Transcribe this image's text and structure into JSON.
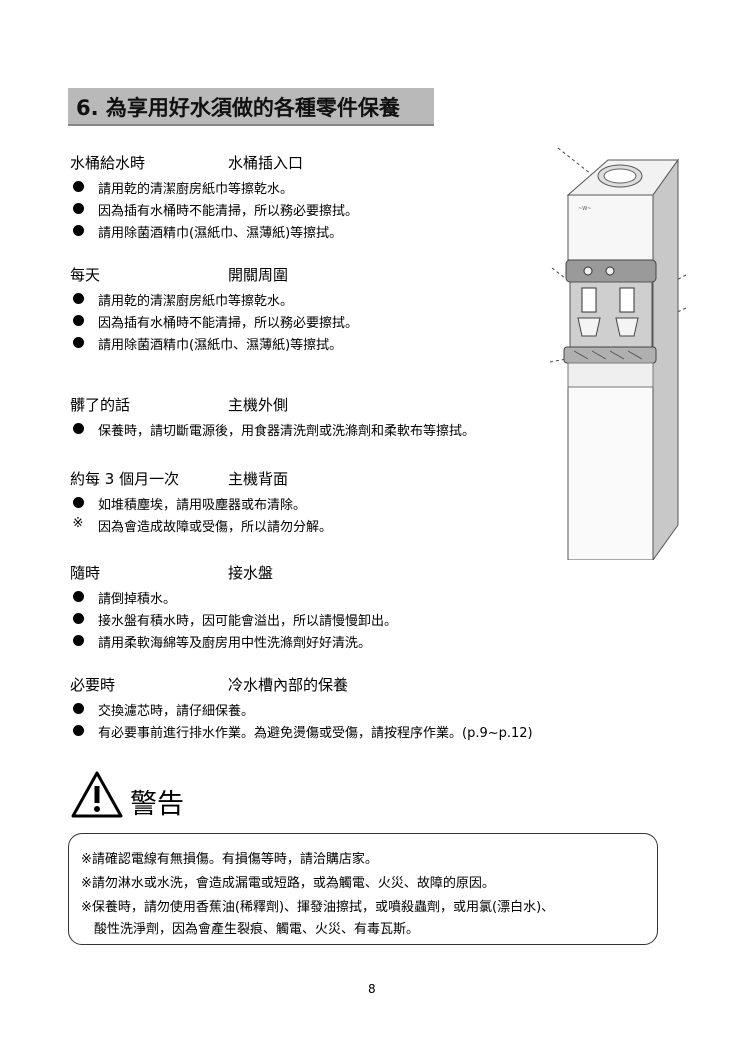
{
  "title": "6. 為享用好水須做的各種零件保養",
  "sections": [
    {
      "when": "水桶給水時",
      "where": "水桶插入口",
      "items": [
        {
          "bullet": "dot",
          "text": "請用乾的清潔廚房紙巾等擦乾水。"
        },
        {
          "bullet": "dot",
          "text": "因為插有水桶時不能清掃，所以務必要擦拭。"
        },
        {
          "bullet": "dot",
          "text": "請用除菌酒精巾(濕紙巾、濕薄紙)等擦拭。"
        }
      ]
    },
    {
      "when": "每天",
      "where": "開關周圍",
      "items": [
        {
          "bullet": "dot",
          "text": "請用乾的清潔廚房紙巾等擦乾水。"
        },
        {
          "bullet": "dot",
          "text": "因為插有水桶時不能清掃，所以務必要擦拭。"
        },
        {
          "bullet": "dot",
          "text": "請用除菌酒精巾(濕紙巾、濕薄紙)等擦拭。"
        }
      ]
    },
    {
      "when": "髒了的話",
      "where": "主機外側",
      "items": [
        {
          "bullet": "dot",
          "text": "保養時，請切斷電源後，用食器清洗劑或洗滌劑和柔軟布等擦拭。"
        }
      ]
    },
    {
      "when": "約每 3 個月一次",
      "where": "主機背面",
      "items": [
        {
          "bullet": "dot",
          "text": "如堆積塵埃，請用吸塵器或布清除。"
        },
        {
          "bullet": "※",
          "text": "因為會造成故障或受傷，所以請勿分解。"
        }
      ]
    },
    {
      "when": "隨時",
      "where": "接水盤",
      "items": [
        {
          "bullet": "dot",
          "text": "請倒掉積水。"
        },
        {
          "bullet": "dot",
          "text": "接水盤有積水時，因可能會溢出，所以請慢慢卸出。"
        },
        {
          "bullet": "dot",
          "text": "請用柔軟海綿等及廚房用中性洗滌劑好好清洗。"
        }
      ]
    },
    {
      "when": "必要時",
      "where": "冷水槽內部的保養",
      "items": [
        {
          "bullet": "dot",
          "text": "交換濾芯時，請仔細保養。"
        },
        {
          "bullet": "dot",
          "text": "有必要事前進行排水作業。為避免燙傷或受傷，請按程序作業。(p.9~p.12)"
        }
      ]
    }
  ],
  "warning": {
    "title": "警告",
    "lines": [
      "※請確認電線有無損傷。有損傷等時，請洽購店家。",
      "※請勿淋水或水洗，會造成漏電或短路，或為觸電、火災、故障的原因。",
      "※保養時，請勿使用香蕉油(稀釋劑)、揮發油擦拭，或噴殺蟲劑，或用氯(漂白水)、",
      "　酸性洗淨劑，因為會產生裂痕、觸電、火災、有毒瓦斯。"
    ]
  },
  "page_number": "8"
}
